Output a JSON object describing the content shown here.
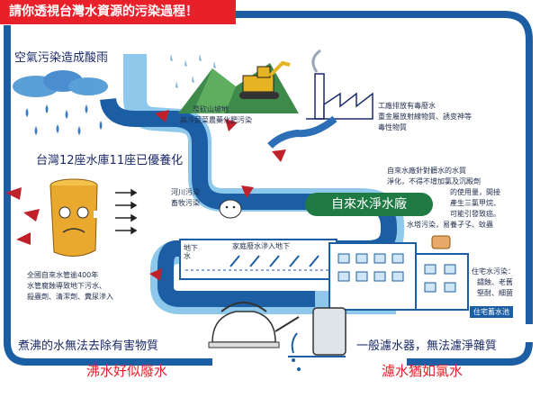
{
  "diagram": {
    "banner_title": "請你透視台灣水資源的污染過程！",
    "labels": {
      "acid_rain": "空氣污染造成酸雨",
      "deforestation_1": "濫砍山坡地",
      "deforestation_2": "高冷蔬菜農藥化肥污染",
      "factory_1": "工廠排放有毒廢水",
      "factory_2": "重金屬放射線物質、誘变神等",
      "factory_3": "毒性物質",
      "reservoir": "台灣12座水庫11座已優養化",
      "river": "河川污染",
      "livestock": "畜牧污染",
      "plant_note_1": "自來水廠針對髒水的水質",
      "plant_note_2": "淨化，不得不增加氯及沉殿劑",
      "plant_note_3": "的使用量，間接",
      "plant_note_4": "產生三氯甲烷、",
      "plant_note_5": "可能引發致癌。",
      "water_plant": "自來水淨水廠",
      "water_tower": "水塔污染，易養孑孓、蚊蟲",
      "pipe_note_1": "全國自來水管逾400年",
      "pipe_note_2": "水管腐蝕導致地下污水、",
      "pipe_note_3": "殺蟲劑、清潔劑、糞尿滲入",
      "pipes": "家庭廢水滲入地下",
      "groundwater": "地下水",
      "residential_1": "住宅水污染：",
      "residential_2": "鏽蝕、老舊",
      "residential_3": "堅耐、細菌",
      "residential_tank": "住宅蓄水池",
      "boil_statement": "煮沸的水無法去除有害物質",
      "filter_statement": "一般濾水器，無法濾淨雜質",
      "slogan_left": "沸水好似廢水",
      "slogan_right": "濾水猶如氯水"
    }
  }
}
